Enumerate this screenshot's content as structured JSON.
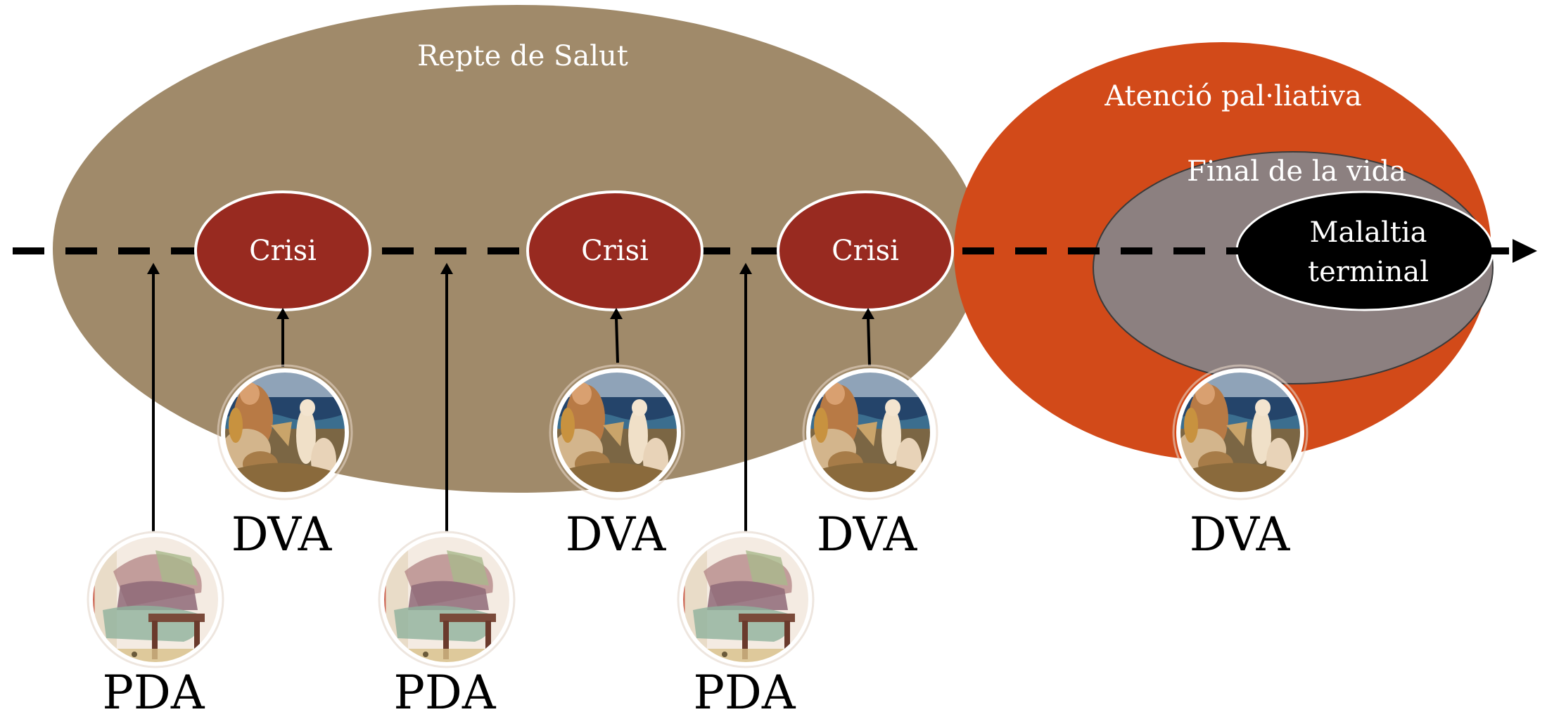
{
  "regions": {
    "health_challenge": {
      "label": "Repte de Salut",
      "color": "#A08A6A"
    },
    "palliative_care": {
      "label": "Atenció pal·liativa",
      "color": "#D24A19"
    },
    "end_of_life": {
      "label": "Final de la vida",
      "color": "#8C8080"
    },
    "terminal_illness": {
      "label": "Malaltia terminal",
      "label_lines": [
        "Malaltia",
        "terminal"
      ],
      "color": "#000000"
    }
  },
  "crisis": {
    "label": "Crisi",
    "color": "#982A20",
    "count": 3
  },
  "dva": {
    "label": "DVA",
    "count": 4
  },
  "pda": {
    "label": "PDA",
    "count": 3
  },
  "icons": [
    "painting-sirens-icon",
    "painting-chair-icon",
    "timeline-arrow-icon"
  ]
}
